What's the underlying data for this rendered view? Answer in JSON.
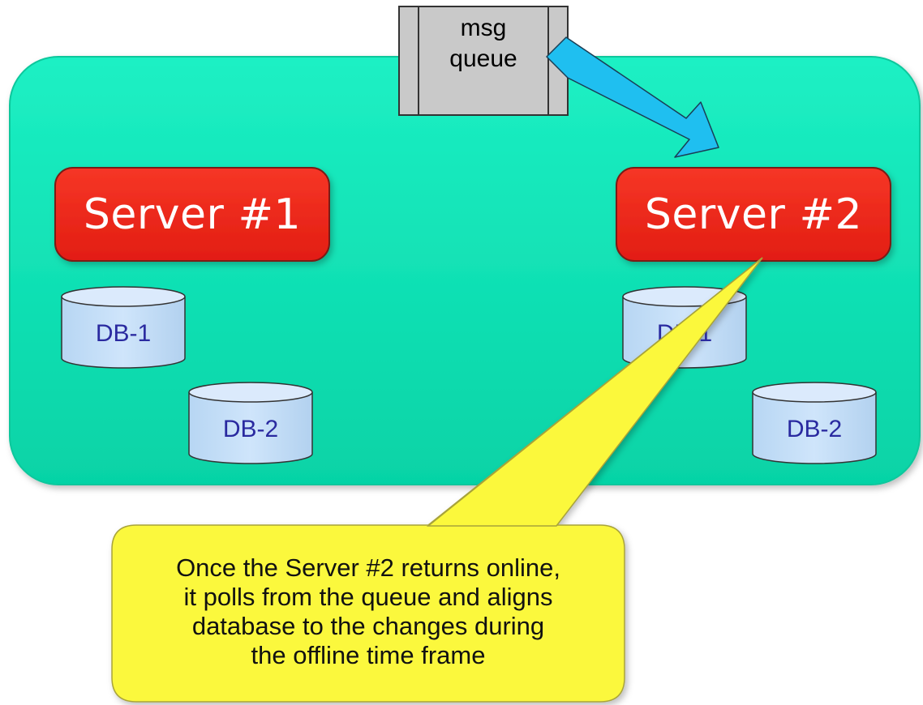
{
  "colors": {
    "cluster_fill": "#10e8b8",
    "cluster_fill_dark": "#02c99c",
    "server_fill": "#f2291c",
    "db_fill": "#c0dcf6",
    "queue_fill": "#c8c8c8",
    "arrow_fill": "#1ec0f2",
    "callout_fill": "#faf73d"
  },
  "queue": {
    "line1": "msg",
    "line2": "queue"
  },
  "server1": {
    "label": "Server #1",
    "db1": "DB-1",
    "db2": "DB-2"
  },
  "server2": {
    "label": "Server #2",
    "db1": "DB-1",
    "db2": "DB-2"
  },
  "callout": {
    "line1": "Once the Server #2 returns online,",
    "line2": "it polls from the queue and aligns",
    "line3": "database to the changes during",
    "line4": "the offline time frame"
  }
}
